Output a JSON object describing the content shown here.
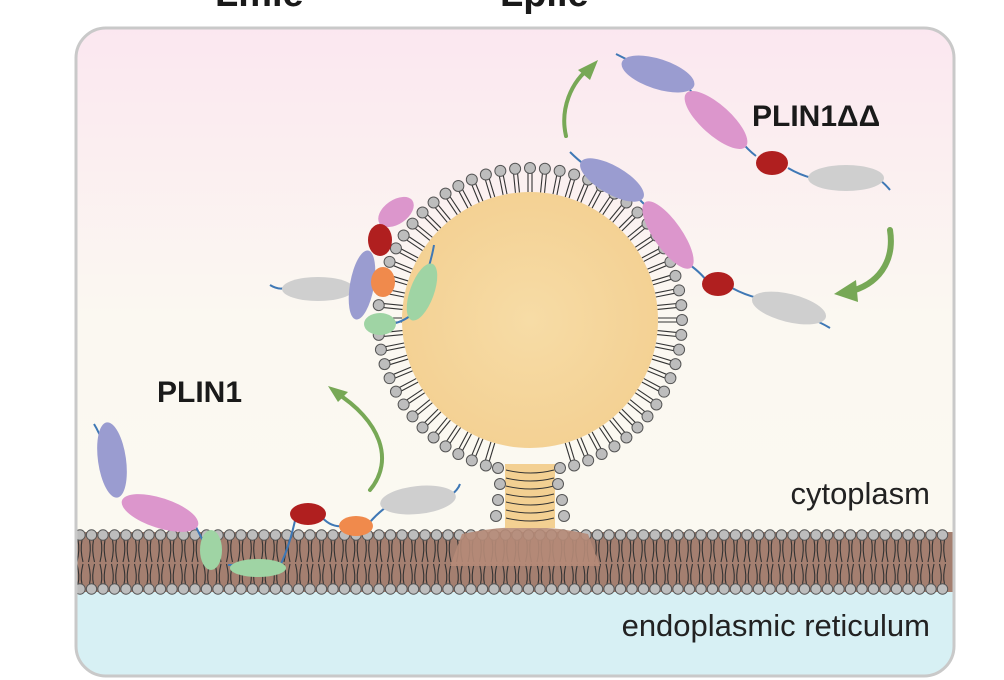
{
  "header": {
    "left_cut": "Lmle",
    "right_cut": "Lplle"
  },
  "labels": {
    "plin1": "PLIN1",
    "plin1dd": "PLIN1ΔΔ",
    "cytoplasm": "cytoplasm",
    "er": "endoplasmic reticulum"
  },
  "colors": {
    "frame_border": "#c8c8c8",
    "bg_top": "#fbe9f1",
    "bg_mid": "#fbfaf3",
    "er_lumen": "#d7f0f4",
    "membrane": "#a47f70",
    "lipid_head": "#b9b9b9",
    "droplet_core": "#f6d9a0",
    "arrow": "#77a856",
    "domain_purple": "#9a9cd0",
    "domain_pink": "#dc96cc",
    "domain_red": "#b01f1f",
    "domain_orange": "#f08a4c",
    "domain_green": "#9fd4a4",
    "domain_grey": "#cfcfcf",
    "linker": "#3f78b5"
  }
}
